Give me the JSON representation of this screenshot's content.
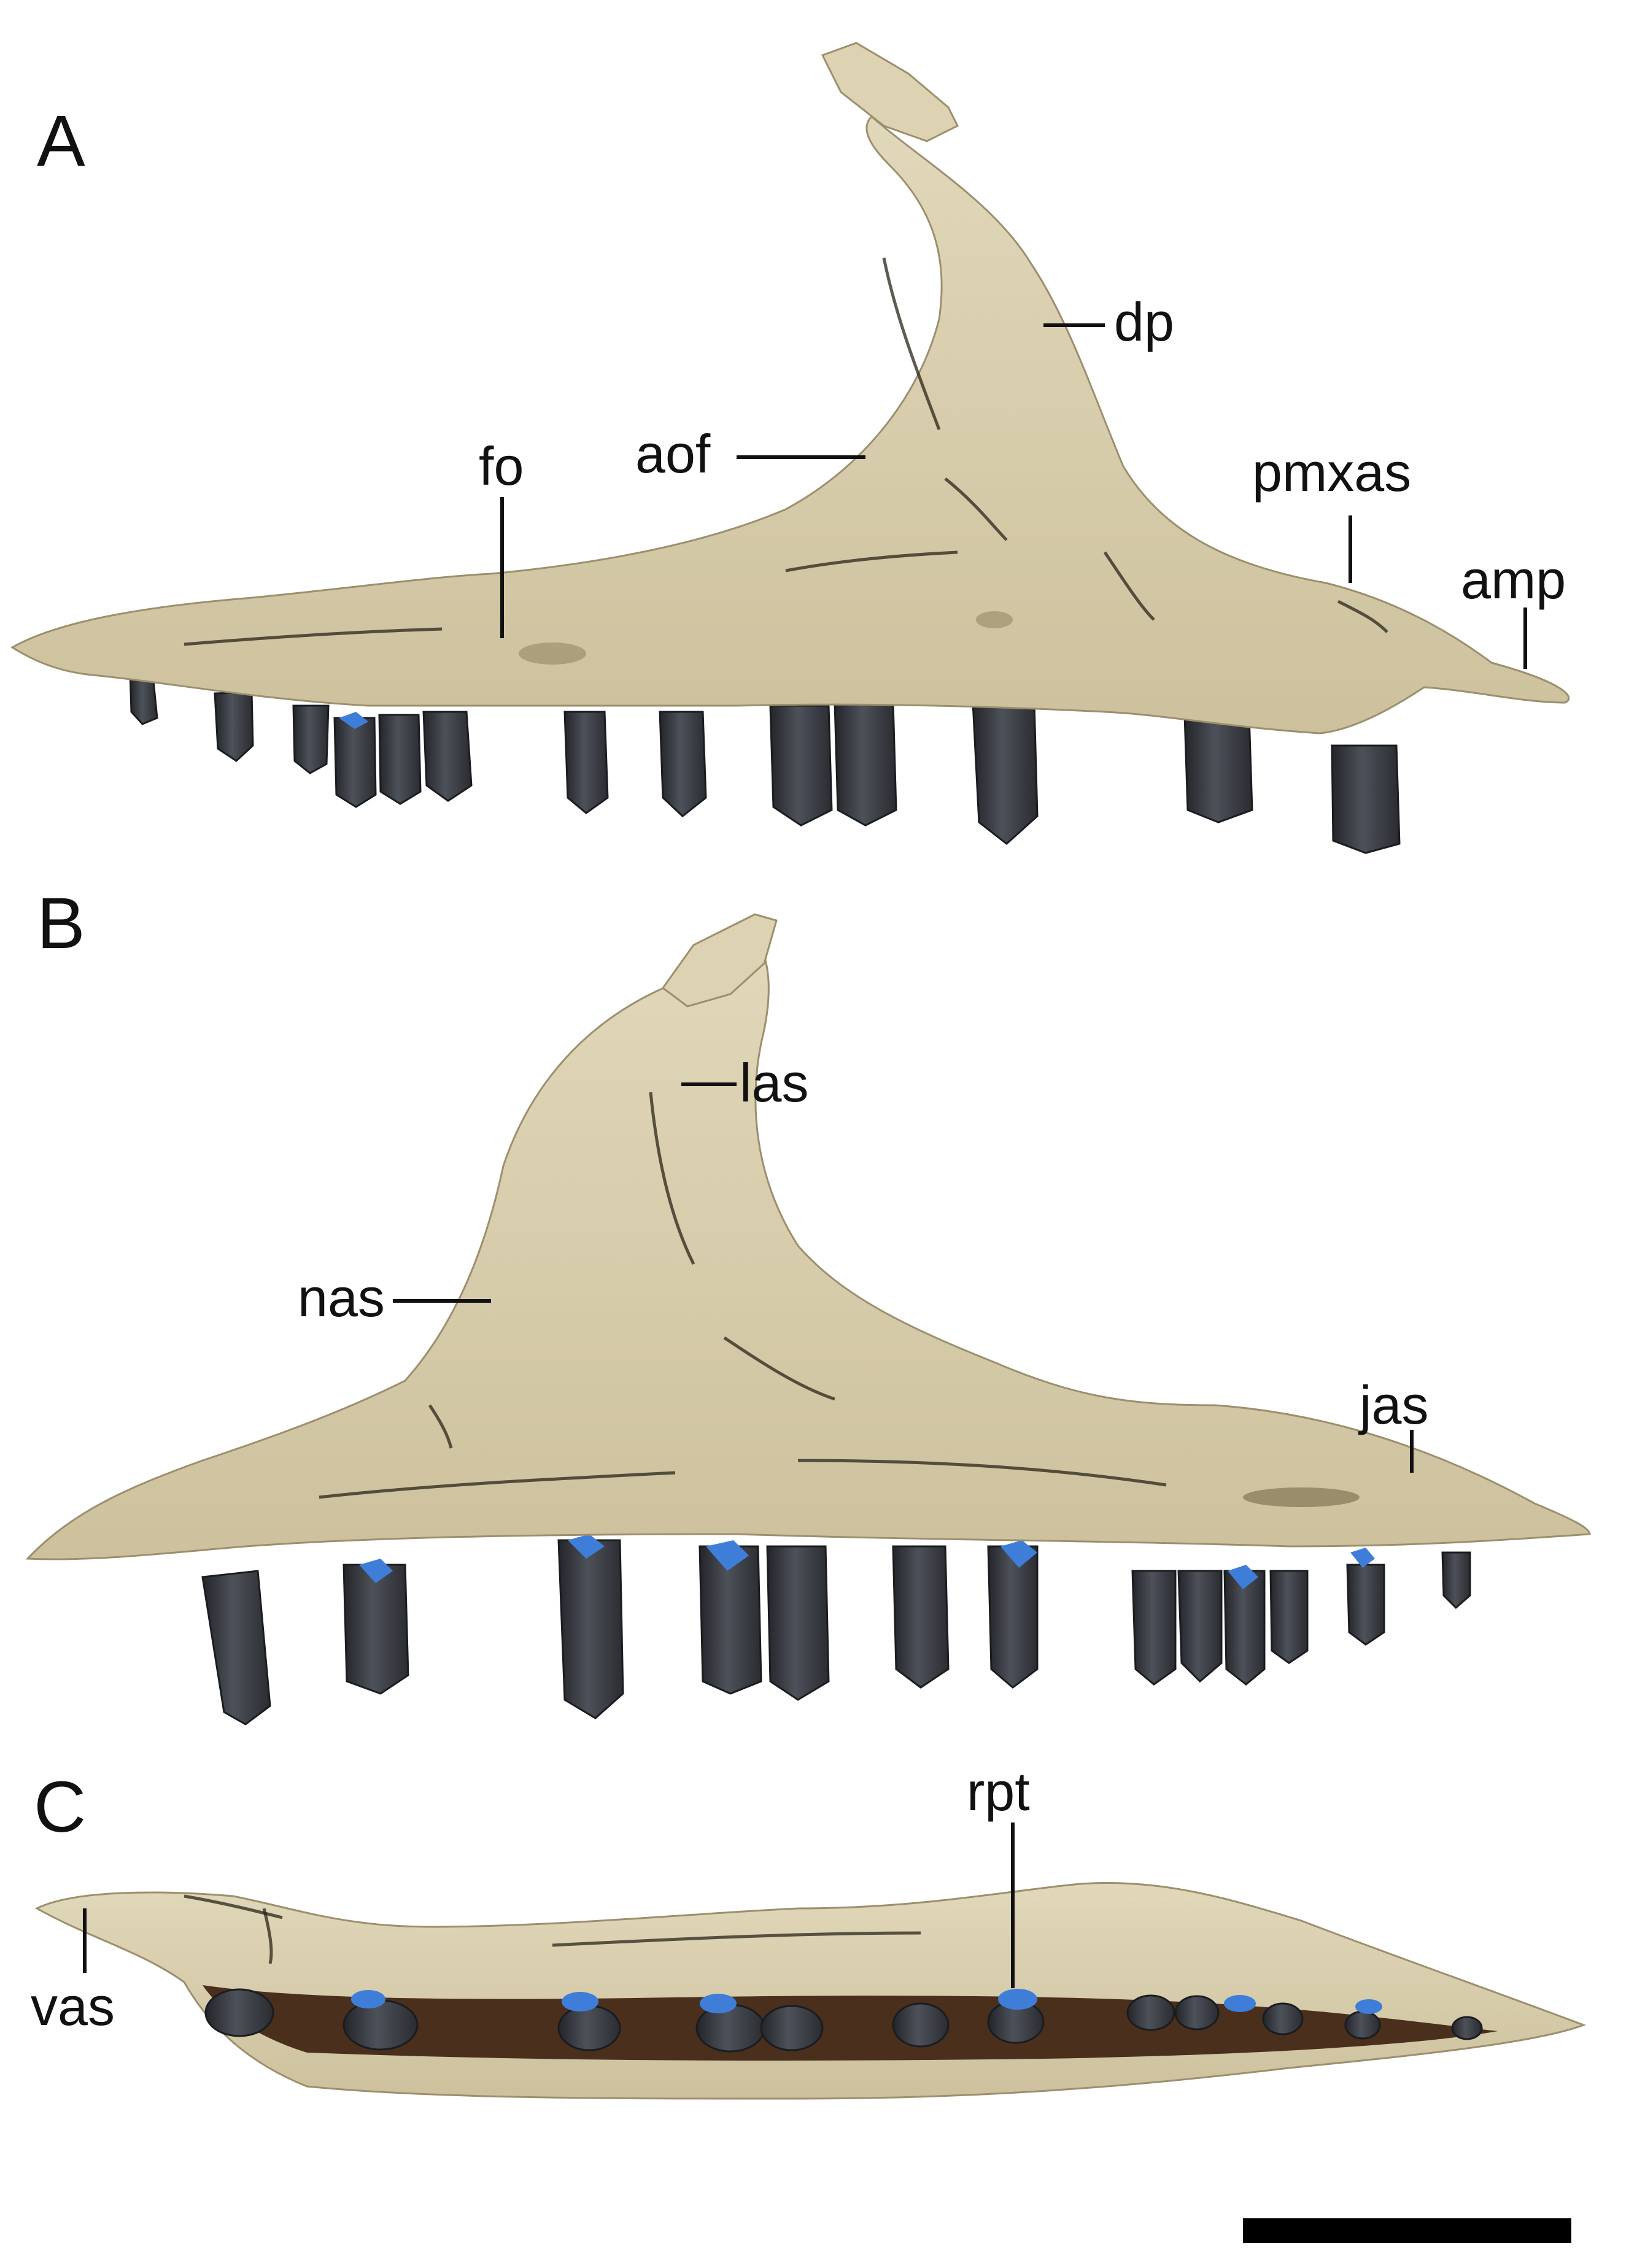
{
  "colors": {
    "bone": "#d9cfae",
    "bone_shadow": "#b9ad88",
    "tooth": "#3b3e45",
    "replacement_tooth": "#3f7ed8",
    "alveolar_cavity": "#4a2f1c",
    "text": "#111111"
  },
  "panels": {
    "a": {
      "letter": "A",
      "labels": {
        "dp": "dp",
        "aof": "aof",
        "fo": "fo",
        "pmxas": "pmxas",
        "amp": "amp"
      }
    },
    "b": {
      "letter": "B",
      "labels": {
        "las": "las",
        "nas": "nas",
        "jas": "jas"
      }
    },
    "c": {
      "letter": "C",
      "labels": {
        "rpt": "rpt",
        "vas": "vas"
      }
    }
  },
  "scale_bar": {
    "label": ""
  }
}
